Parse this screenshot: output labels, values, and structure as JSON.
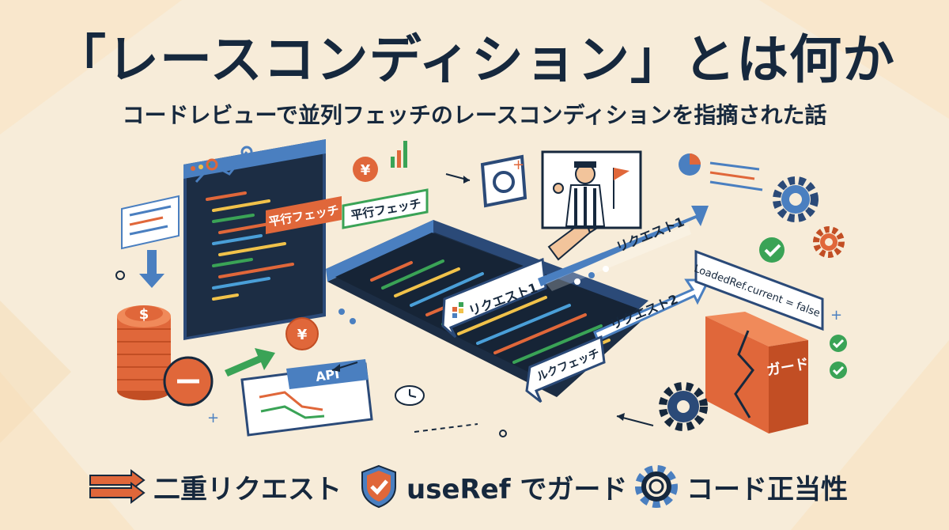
{
  "header": {
    "title": "「レースコンディション」とは何か",
    "subtitle": "コードレビューで並列フェッチのレースコンディションを指摘された話"
  },
  "illustration": {
    "tag_parallel_a": "平行フェッチ",
    "tag_parallel_b": "平行フェッチ",
    "api_label": "API",
    "request1_bubble": "リクエスト1",
    "request1_arrow": "リクエスト1",
    "request2_arrow": "リクエスト2",
    "fetch_bubble": "ルクフェッチ",
    "ref_code": "LoadedRef.current = false",
    "guard_label": "ガード",
    "coin_symbol": "$",
    "yen_symbol": "¥"
  },
  "footer": {
    "items": [
      {
        "label": "二重リクエスト",
        "icon": "double-arrow-icon"
      },
      {
        "label": "useRef でガード",
        "icon": "shield-check-icon"
      },
      {
        "label": "コード正当性",
        "icon": "gear-icon"
      }
    ]
  },
  "colors": {
    "navy": "#16283d",
    "orange": "#e0673a",
    "blue": "#4a7fc0",
    "green": "#3aa356",
    "cream": "#f7ecd9"
  }
}
